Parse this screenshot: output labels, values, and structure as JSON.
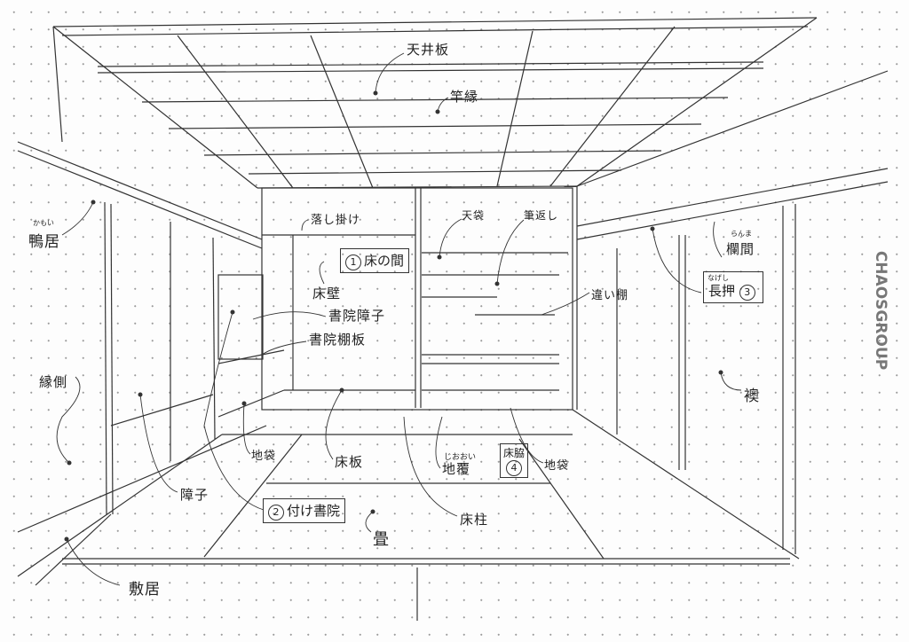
{
  "labels": {
    "ceiling_board": "天井板",
    "sao_buchi": "竿縁",
    "otoshigake": "落し掛け",
    "tokonoma_num": "1",
    "tokonoma": "床の間",
    "tokokabe": "床壁",
    "shoin_shoji": "書院障子",
    "shoin_tanaita": "書院棚板",
    "tenbukuro": "天袋",
    "fudegaeshi": "筆返し",
    "chigaidana": "違い棚",
    "nageshi_reading": "なげし",
    "nageshi": "長押",
    "nageshi_num": "3",
    "ranma_reading": "らんま",
    "ranma": "欄間",
    "fusuma": "襖",
    "kamoi_reading": "かもい",
    "kamoi": "鴨居",
    "engawa": "縁側",
    "shoji": "障子",
    "jibukuro_left": "地袋",
    "tokoita": "床板",
    "tsukeshoin_num": "2",
    "tsukeshoin": "付け書院",
    "tatami": "畳",
    "jiooi_reading": "じおおい",
    "jiooi": "地覆",
    "tokowaki": "床脇",
    "tokowaki_num": "4",
    "tokobashira": "床柱",
    "jibukuro_right": "地袋",
    "shikii": "敷居"
  },
  "watermark": "CHAOSGROUP"
}
